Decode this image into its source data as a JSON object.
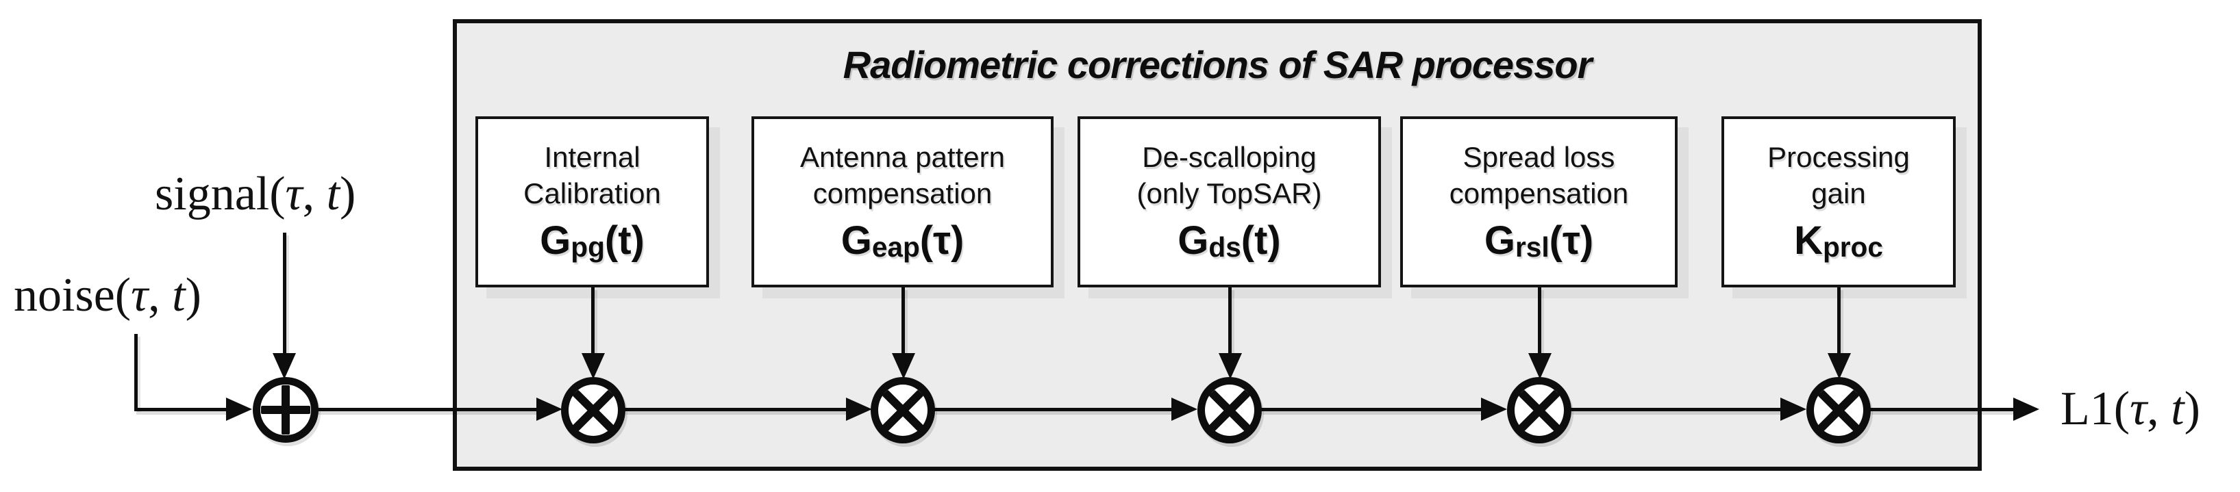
{
  "title": "Radiometric corrections of SAR processor",
  "colors": {
    "panel_bg": "#ececec",
    "ink": "#0d0d0d",
    "block_bg": "#ffffff"
  },
  "inputs": {
    "signal": {
      "pre": "signal(",
      "var1": "τ",
      "sep": ", ",
      "var2": "t",
      "post": ")"
    },
    "noise": {
      "pre": "noise(",
      "var1": "τ",
      "sep": ", ",
      "var2": "t",
      "post": ")"
    }
  },
  "output": {
    "pre": "L1(",
    "var1": "τ",
    "sep": ", ",
    "var2": "t",
    "post": ")"
  },
  "operators": {
    "adder_icon": "circled-plus",
    "multiplier_icon": "circled-times"
  },
  "blocks": [
    {
      "line1": "Internal",
      "line2": "Calibration",
      "base": "G",
      "sub": "pg",
      "arg": "(t)"
    },
    {
      "line1": "Antenna pattern",
      "line2": "compensation",
      "base": "G",
      "sub": "eap",
      "arg": "(τ)"
    },
    {
      "line1": "De-scalloping",
      "line2": "(only TopSAR)",
      "base": "G",
      "sub": "ds",
      "arg": "(t)"
    },
    {
      "line1": "Spread loss",
      "line2": "compensation",
      "base": "G",
      "sub": "rsl",
      "arg": "(τ)"
    },
    {
      "line1": "Processing",
      "line2": "gain",
      "base": "K",
      "sub": "proc",
      "arg": ""
    }
  ]
}
